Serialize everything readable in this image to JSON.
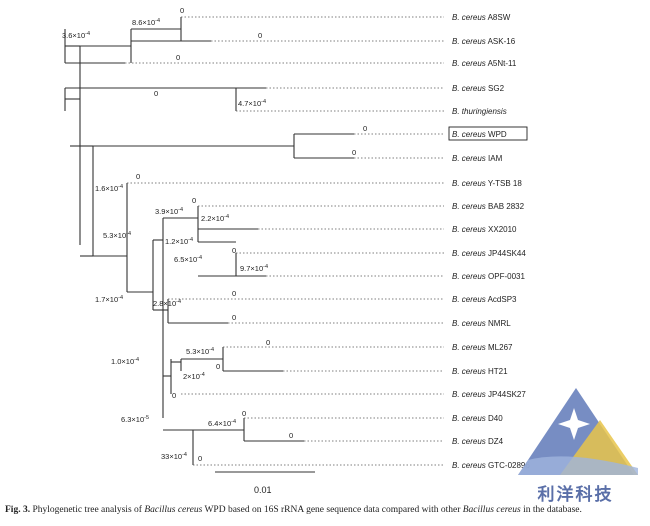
{
  "figure": {
    "caption_label": "Fig. 3.",
    "caption_text": [
      "Phylogenetic tree analysis of ",
      "Bacillus cereus",
      " WPD based on 16S rRNA gene sequence data compared with other ",
      "Bacillus cereus",
      " in the database."
    ]
  },
  "tree": {
    "taxa": [
      {
        "id": "t1",
        "genus": "B. cereus",
        "strain": "A8SW",
        "boxed": false
      },
      {
        "id": "t2",
        "genus": "B. cereus",
        "strain": "ASK-16",
        "boxed": false
      },
      {
        "id": "t3",
        "genus": "B. cereus",
        "strain": "A5Nt-11",
        "boxed": false
      },
      {
        "id": "t4",
        "genus": "B. cereus",
        "strain": "SG2",
        "boxed": false
      },
      {
        "id": "t5",
        "genus": "B. thuringiensis",
        "strain": "",
        "boxed": false
      },
      {
        "id": "t6",
        "genus": "B. cereus",
        "strain": "WPD",
        "boxed": true
      },
      {
        "id": "t7",
        "genus": "B. cereus",
        "strain": "IAM",
        "boxed": false
      },
      {
        "id": "t8",
        "genus": "B. cereus",
        "strain": "Y-TSB 18",
        "boxed": false
      },
      {
        "id": "t9",
        "genus": "B. cereus",
        "strain": "BAB 2832",
        "boxed": false
      },
      {
        "id": "t10",
        "genus": "B. cereus",
        "strain": "XX2010",
        "boxed": false
      },
      {
        "id": "t11",
        "genus": "B. cereus",
        "strain": "JP44SK44",
        "boxed": false
      },
      {
        "id": "t12",
        "genus": "B. cereus",
        "strain": "OPF-0031",
        "boxed": false
      },
      {
        "id": "t13",
        "genus": "B. cereus",
        "strain": "AcdSP3",
        "boxed": false
      },
      {
        "id": "t14",
        "genus": "B. cereus",
        "strain": "NMRL",
        "boxed": false
      },
      {
        "id": "t15",
        "genus": "B. cereus",
        "strain": "ML267",
        "boxed": false
      },
      {
        "id": "t16",
        "genus": "B. cereus",
        "strain": "HT21",
        "boxed": false
      },
      {
        "id": "t17",
        "genus": "B. cereus",
        "strain": "JP44SK27",
        "boxed": false
      },
      {
        "id": "t18",
        "genus": "B. cereus",
        "strain": "D40",
        "boxed": false
      },
      {
        "id": "t19",
        "genus": "B. cereus",
        "strain": "DZ4",
        "boxed": false
      },
      {
        "id": "t20",
        "genus": "B. cereus",
        "strain": "GTC-02896",
        "boxed": false
      }
    ],
    "branch_labels": [
      {
        "id": "n1",
        "base": "8.6×10",
        "exp": "-4"
      },
      {
        "id": "n2",
        "base": "3.6×10",
        "exp": "-4"
      },
      {
        "id": "n3",
        "base": "4.7×10",
        "exp": "-4"
      },
      {
        "id": "n4",
        "base": "1.6×10",
        "exp": "-4"
      },
      {
        "id": "n5",
        "base": "5.3×10",
        "exp": "-4"
      },
      {
        "id": "n6",
        "base": "3.9×10",
        "exp": "-4"
      },
      {
        "id": "n7",
        "base": "2.2×10",
        "exp": "-4"
      },
      {
        "id": "n8",
        "base": "1.2×10",
        "exp": "-4"
      },
      {
        "id": "n9",
        "base": "6.5×10",
        "exp": "-4"
      },
      {
        "id": "n10",
        "base": "9.7×10",
        "exp": "-4"
      },
      {
        "id": "n11",
        "base": "1.7×10",
        "exp": "-4"
      },
      {
        "id": "n12",
        "base": "2.8×10",
        "exp": "-4"
      },
      {
        "id": "n13",
        "base": "5.3×10",
        "exp": "-4"
      },
      {
        "id": "n14",
        "base": "1.0×10",
        "exp": "-4"
      },
      {
        "id": "n15",
        "base": "2×10",
        "exp": "-4"
      },
      {
        "id": "n16",
        "base": "6.3×10",
        "exp": "-5"
      },
      {
        "id": "n17",
        "base": "6.4×10",
        "exp": "-4"
      },
      {
        "id": "n18",
        "base": "33×10",
        "exp": "-4"
      }
    ],
    "zero_label": "0",
    "scale_bar_label": "0.01"
  },
  "watermark": {
    "text": "利洋科技"
  }
}
